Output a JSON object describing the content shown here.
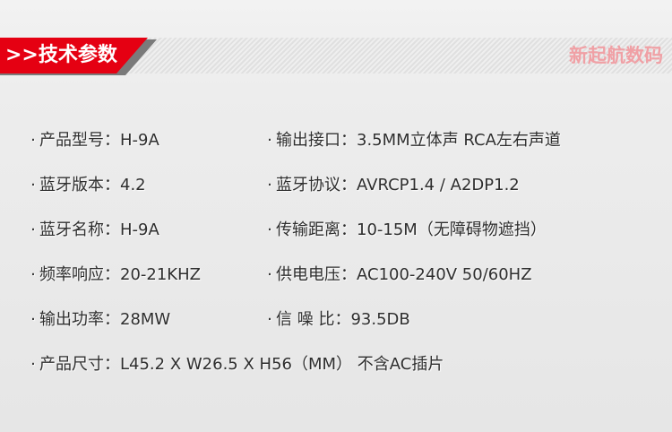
{
  "header": {
    "title": ">>技术参数",
    "brand": "新起航数码"
  },
  "specs": {
    "bullet": "·",
    "left": [
      "产品型号：H-9A",
      "蓝牙版本：4.2",
      "蓝牙名称：H-9A",
      "频率响应：20-21KHZ",
      "输出功率：28MW",
      "产品尺寸：L45.2 X W26.5 X H56（MM） 不含AC插片"
    ],
    "right": [
      "输出接口：3.5MM立体声 RCA左右声道",
      "蓝牙协议：AVRCP1.4 / A2DP1.2",
      "传输距离：10-15M（无障碍物遮挡）",
      "供电电压：AC100-240V 50/60HZ",
      "信 噪 比：93.5DB"
    ]
  },
  "colors": {
    "accent": "#e50012",
    "brand": "#f0a0a5",
    "text": "#2e2e2e"
  }
}
